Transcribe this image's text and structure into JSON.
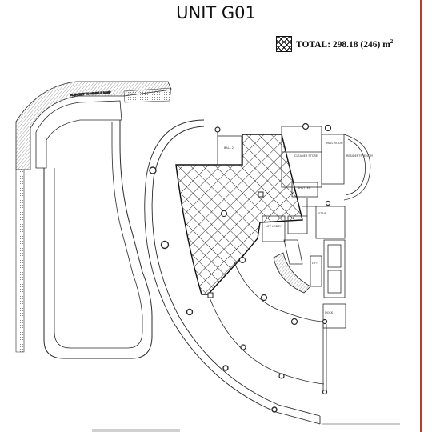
{
  "title": "UNIT G01",
  "legend": {
    "label": "TOTAL: 298.18 (246) m",
    "superscript": "2",
    "pattern": "crosshatch"
  },
  "plan": {
    "room_labels": [
      "BALL 2",
      "CLEANER STORE",
      "SHUTTER",
      "MAIL ROOM",
      "STAIR",
      "LIFT LOBBY",
      "LIFT",
      "DOCK",
      "RESIDENTS' ENTRY"
    ],
    "ramp_label": "ADJACENT TO VEHICLE RAMP"
  },
  "colors": {
    "line": "#2a2a2a",
    "hatch": "#111111",
    "accent_rule": "#c0392b"
  }
}
